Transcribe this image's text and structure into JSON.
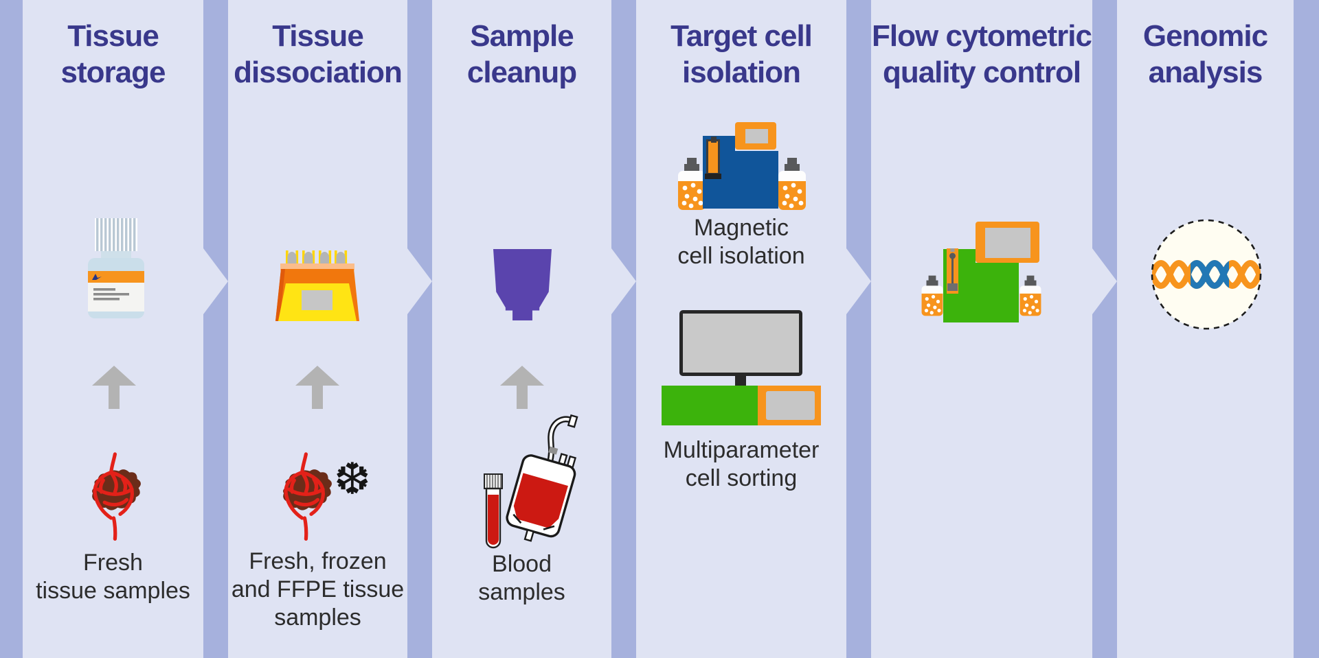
{
  "diagram": {
    "columns": [
      {
        "id": "tissue-storage",
        "title": "Tissue\nstorage",
        "sample_label": "Fresh\ntissue samples"
      },
      {
        "id": "tissue-dissociation",
        "title": "Tissue\ndissociation",
        "sample_label": "Fresh, frozen\nand FFPE tissue\nsamples"
      },
      {
        "id": "sample-cleanup",
        "title": "Sample\ncleanup",
        "sample_label": "Blood\nsamples"
      },
      {
        "id": "target-cell-isolation",
        "title": "Target cell\nisolation",
        "magnetic_label": "Magnetic\ncell isolation",
        "sorting_label": "Multiparameter\ncell sorting"
      },
      {
        "id": "flow-cytometric-qc",
        "title": "Flow cytometric\nquality control"
      },
      {
        "id": "genomic-analysis",
        "title": "Genomic\nanalysis"
      }
    ],
    "icons": {
      "snowflake_glyph": "❆",
      "names": [
        "storage-bottle-icon",
        "up-arrow-icon",
        "tissue-sample-icon",
        "dissociator-icon",
        "snowflake-icon",
        "cell-strainer-icon",
        "blood-tube-icon",
        "blood-bag-icon",
        "magnetic-separator-icon",
        "monitor-icon",
        "cell-sorter-icon",
        "flow-cytometer-icon",
        "dna-helix-icon"
      ]
    },
    "colors": {
      "bg": "#a6b1dd",
      "panel": "#dfe3f3",
      "header": "#39388b",
      "text": "#2c2c2c",
      "orange": "#f7941d",
      "peach": "#fbbd8a",
      "yellow": "#ffe414",
      "body-orange": "#f1770d",
      "gray": "#c6c6c6",
      "darkgray": "#58595b",
      "green": "#3cb30c",
      "blue": "#10559a",
      "purple": "#5a44ad",
      "red": "#e32119",
      "maroon": "#6b2c19",
      "blood": "#cc1912",
      "arrow": "#b3b3b3",
      "cream": "#fffdf2",
      "capstripe": "#b9c8d4",
      "bottleblue": "#cadeea"
    }
  }
}
